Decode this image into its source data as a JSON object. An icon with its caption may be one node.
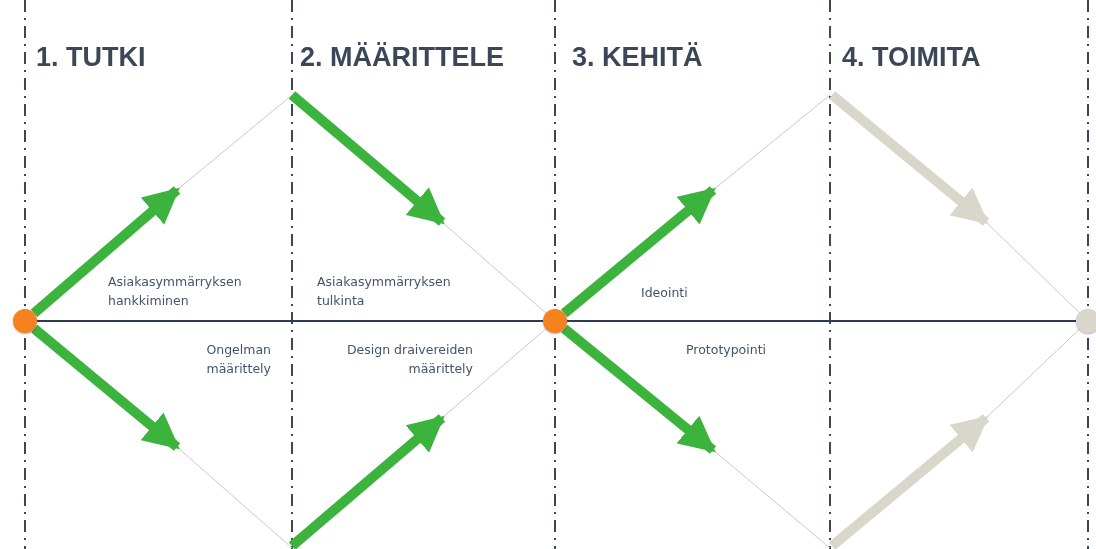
{
  "diagram": {
    "nodes": [
      {
        "text": [],
        "shape": "circle"
      },
      {
        "text": [],
        "shape": "circle"
      },
      {
        "text": [],
        "shape": "circle"
      }
    ],
    "edges": [
      {
        "from": 0,
        "to": 1,
        "arrow": "none",
        "color": "#2e3b4e"
      },
      {
        "from": 1,
        "to": 2,
        "arrow": "none",
        "color": "#2e3b4e"
      },
      {
        "from": 0,
        "to": null,
        "arrow": "to"
      },
      {
        "from": 0,
        "to": null,
        "arrow": "to"
      },
      {
        "from": 1,
        "to": null,
        "arrow": "to"
      },
      {
        "from": 1,
        "to": null,
        "arrow": "to"
      }
    ],
    "labels": [
      "1. TUTKI",
      "2. MÄÄRITTELE",
      "3. KEHITÄ",
      "4. TOIMITA",
      "Asiakasymmärryksen hankkiminen",
      "Asiakasymmärryksen tulkinta",
      "Ideointi",
      "Ongelman määrittely",
      "Design draivereiden määrittely",
      "Prototypointi"
    ]
  }
}
